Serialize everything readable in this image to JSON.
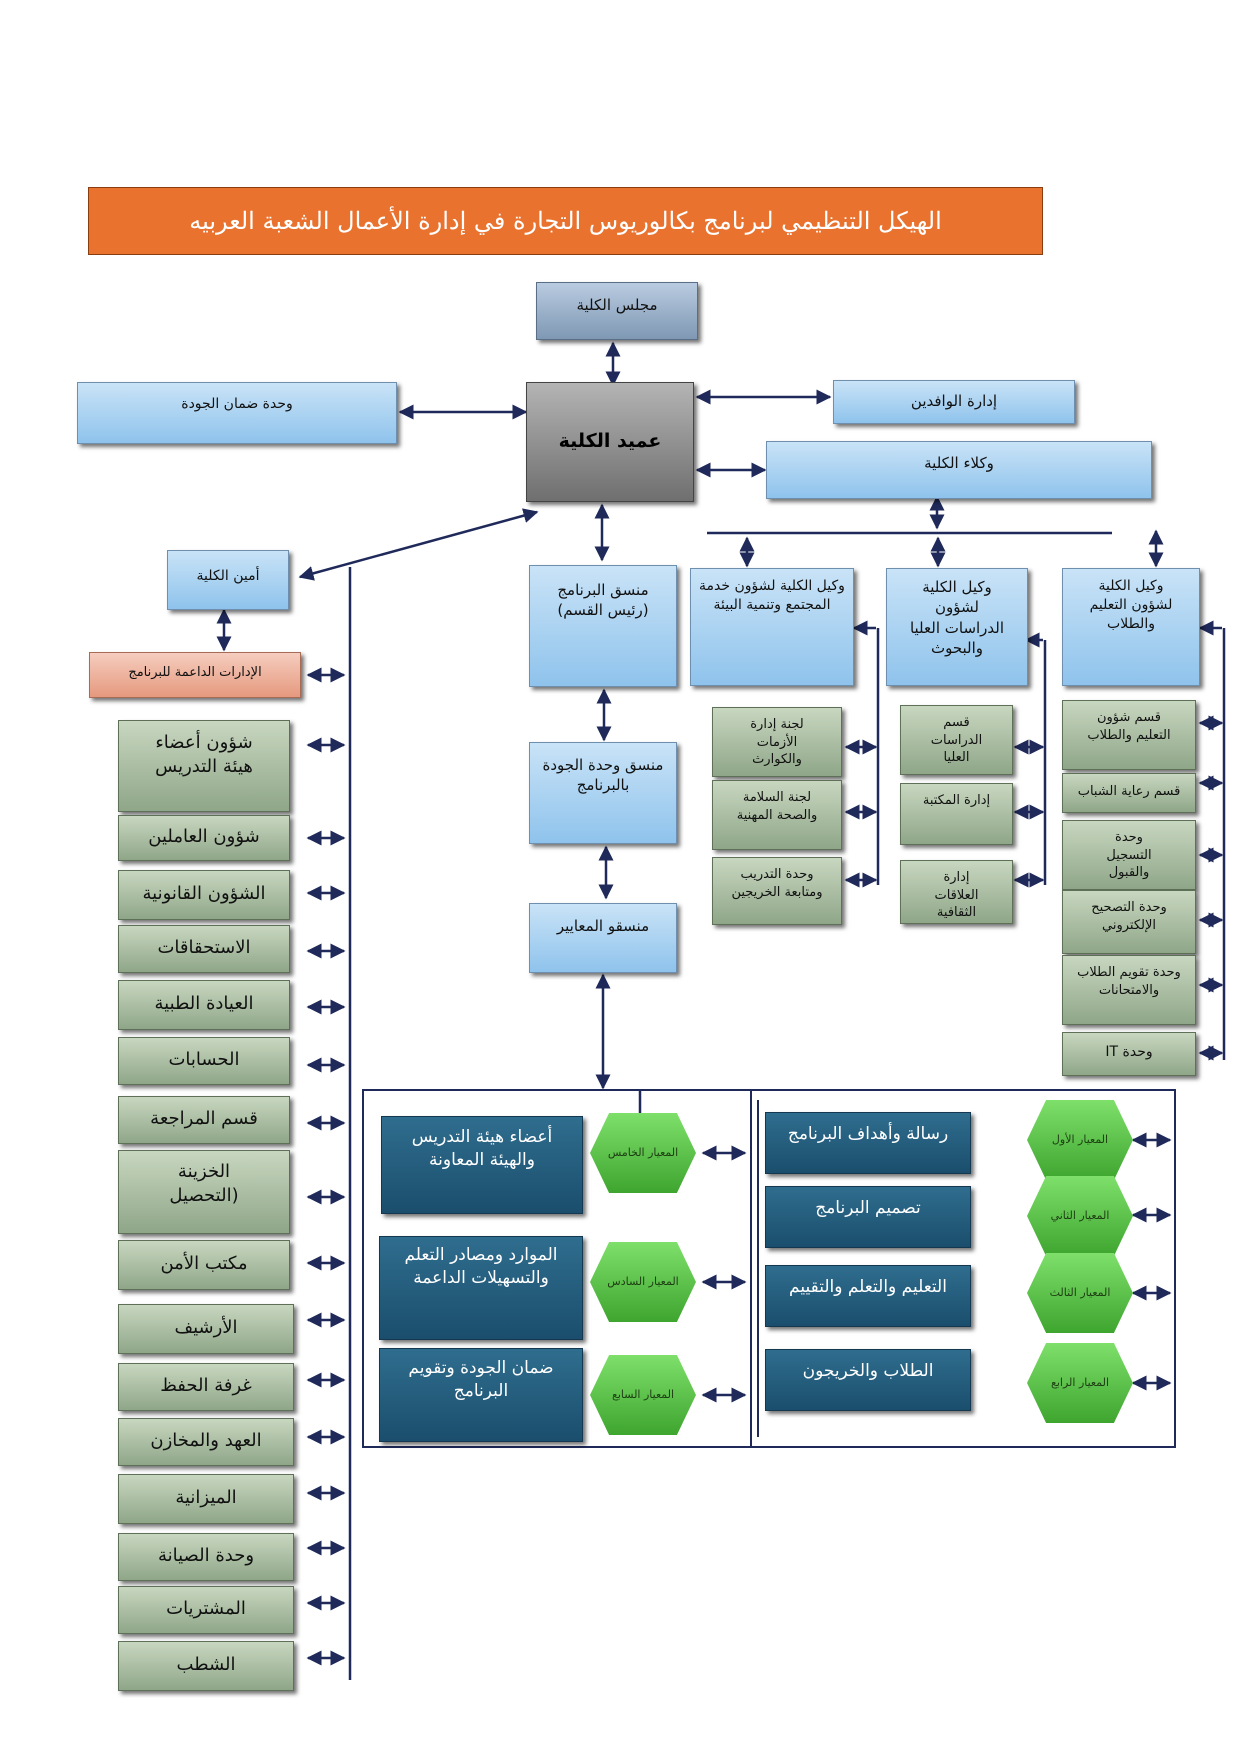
{
  "title": "الهيكل التنظيمي لبرنامج بكالوريوس التجارة في إدارة الأعمال الشعبة العربيه",
  "top": {
    "college_council": "مجلس الكلية",
    "dean": "عميد الكلية",
    "quality_unit": "وحدة ضمان الجودة",
    "expatriates": "إدارة الوافدين",
    "vice_deans": "وكلاء الكلية",
    "secretary": "أمين الكلية",
    "support_departments": "الإدارات الداعمة للبرنامج"
  },
  "coordinators": {
    "program_coordinator": "منسق البرنامج (رئيس القسم)",
    "quality_coordinator": "منسق وحدة الجودة بالبرنامج",
    "standards_coordinators": "منسقو المعايير"
  },
  "vice_deans_list": {
    "community": "وكيل الكلية لشؤون خدمة المجتمع وتنمية البيئة",
    "graduate": "وكيل الكلية لشؤون الدراسات العليا والبحوث",
    "education": "وكيل الكلية لشؤون التعليم والطلاب"
  },
  "community_units": [
    "لجنة إدارة الأزمات والكوارث",
    "لجنة السلامة والصحة المهنية",
    "وحدة التدريب ومتابعة الخريجين"
  ],
  "graduate_units": [
    "قسم الدراسات العليا",
    "إدارة المكتبة",
    "إدارة العلاقات الثقافية"
  ],
  "education_units": [
    "قسم شؤون التعليم والطلاب",
    "قسم رعاية الشباب",
    "وحدة التسجيل والقبول",
    "وحدة التصحيح الإلكتروني",
    "وحدة تقويم الطلاب والامتحانات",
    "وحدة IT"
  ],
  "admin_units": [
    "شؤون أعضاء هيئة التدريس",
    "شؤون العاملين",
    "الشؤون القانونية",
    "الاستحقاقات",
    "العيادة الطبية",
    "الحسابات",
    "قسم المراجعة",
    "الخزينة (التحصيل",
    "مكتب الأمن",
    "الأرشيف",
    "غرفة الحفظ",
    "العهد والمخازن",
    "الميزانية",
    "وحدة الصيانة",
    "المشتريات",
    "الشطب"
  ],
  "standards_right": [
    {
      "label": "المعيار الأول",
      "text": "رسالة وأهداف البرنامج"
    },
    {
      "label": "المعيار الثاني",
      "text": "تصميم البرنامج"
    },
    {
      "label": "المعيار الثالث",
      "text": "التعليم والتعلم والتقييم"
    },
    {
      "label": "المعيار الرابع",
      "text": "الطلاب والخريجون"
    }
  ],
  "standards_left": [
    {
      "label": "المعيار الخامس",
      "text": "أعضاء هيئة التدريس والهيئة المعاونة"
    },
    {
      "label": "المعيار السادس",
      "text": "الموارد ومصادر التعلم والتسهيلات الداعمة"
    },
    {
      "label": "المعيار السابع",
      "text": "ضمان الجودة وتقويم البرنامج"
    }
  ]
}
